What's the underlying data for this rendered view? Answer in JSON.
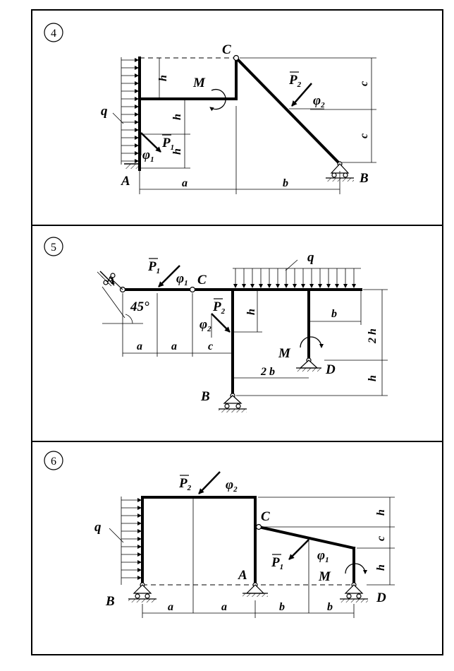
{
  "panels": [
    {
      "number": "4"
    },
    {
      "number": "5"
    },
    {
      "number": "6"
    }
  ],
  "labels": {
    "A": "A",
    "B": "B",
    "C": "C",
    "D": "D",
    "M": "M",
    "q": "q",
    "P": "P",
    "one": "1",
    "two": "2",
    "phi": "φ",
    "a": "a",
    "b": "b",
    "c": "c",
    "h": "h",
    "two_h": "2 h",
    "two_b": "2 b",
    "deg45": "45°"
  }
}
